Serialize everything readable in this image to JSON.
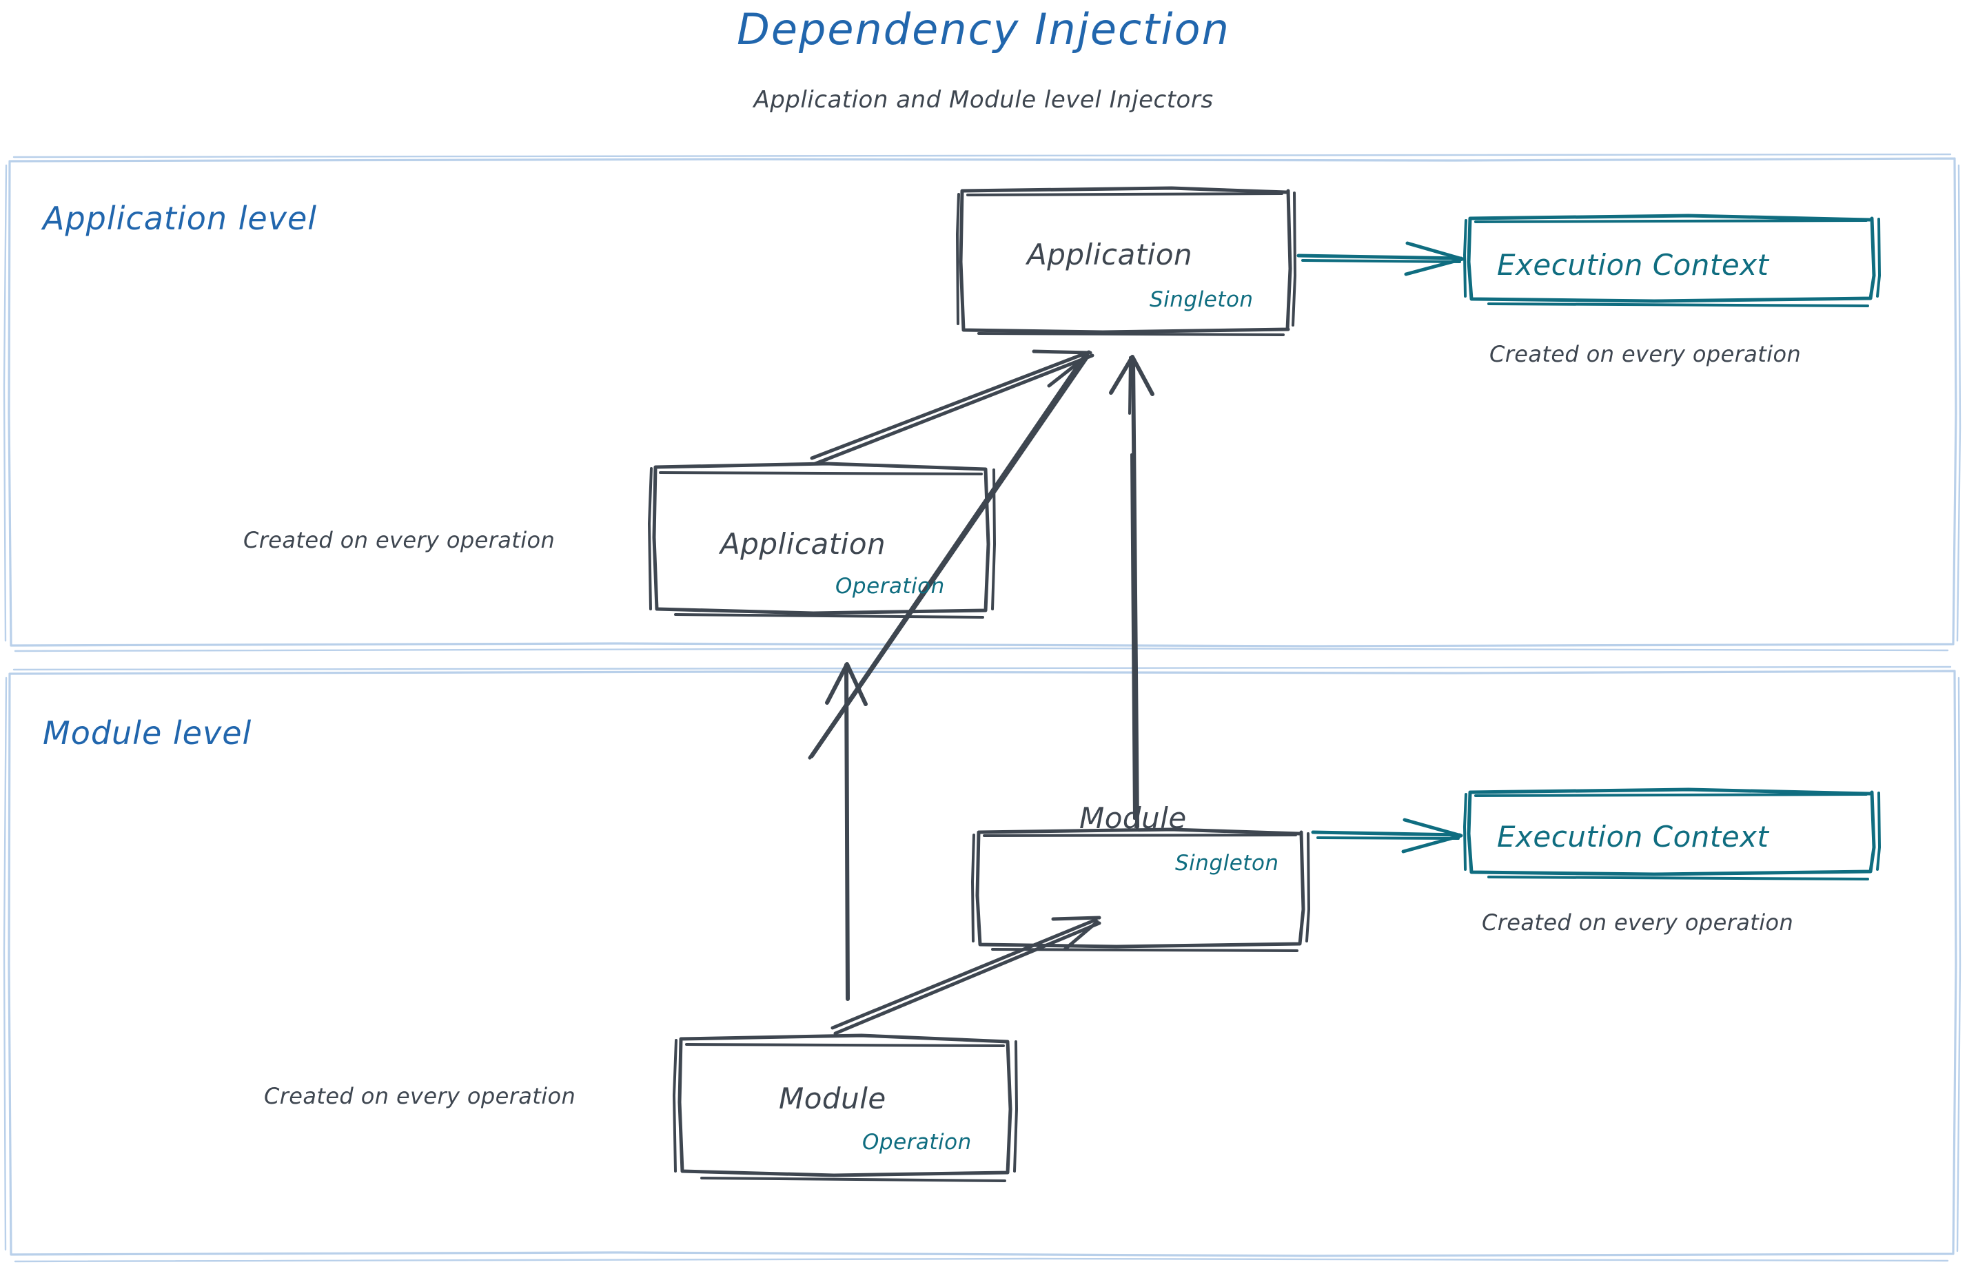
{
  "header": {
    "title": "Dependency Injection",
    "subtitle": "Application and Module level Injectors"
  },
  "colors": {
    "blue": "#2166ad",
    "light_blue_border": "#b9d0ea",
    "dark_gray": "#3e4650",
    "teal": "#0f6d80",
    "background": "#ffffff"
  },
  "sections": [
    {
      "id": "application-level",
      "label": "Application level",
      "boxes": [
        {
          "id": "application-singleton",
          "title": "Application",
          "scope": "Singleton",
          "style": "dark"
        },
        {
          "id": "application-operation",
          "title": "Application",
          "scope": "Operation",
          "style": "dark"
        },
        {
          "id": "execution-context-application",
          "title": "Execution Context",
          "style": "teal"
        }
      ],
      "annotations": [
        {
          "id": "annot-execution-context-application",
          "text": "Created on every operation"
        },
        {
          "id": "annot-application-operation",
          "text": "Created on every operation"
        }
      ]
    },
    {
      "id": "module-level",
      "label": "Module level",
      "boxes": [
        {
          "id": "module-singleton",
          "title": "Module",
          "scope": "Singleton",
          "style": "dark"
        },
        {
          "id": "module-operation",
          "title": "Module",
          "scope": "Operation",
          "style": "dark"
        },
        {
          "id": "execution-context-module",
          "title": "Execution Context",
          "style": "teal"
        }
      ],
      "annotations": [
        {
          "id": "annot-execution-context-module",
          "text": "Created on every operation"
        },
        {
          "id": "annot-module-operation",
          "text": "Created on every operation"
        }
      ]
    }
  ],
  "connections": [
    {
      "id": "application-singleton-to-execution-context",
      "from": "application-singleton",
      "to": "execution-context-application",
      "style": "teal-arrow"
    },
    {
      "id": "application-operation-to-application-singleton",
      "from": "application-operation",
      "to": "application-singleton",
      "style": "dark-arrow"
    },
    {
      "id": "module-singleton-to-application-singleton",
      "from": "module-singleton",
      "to": "application-singleton",
      "style": "dark-arrow"
    },
    {
      "id": "module-singleton-to-execution-context",
      "from": "module-singleton",
      "to": "execution-context-module",
      "style": "teal-arrow"
    },
    {
      "id": "module-operation-to-module-singleton",
      "from": "module-operation",
      "to": "module-singleton",
      "style": "dark-arrow"
    },
    {
      "id": "module-level-to-application-level",
      "from": "module-level",
      "to": "application-operation",
      "style": "dark-arrow"
    }
  ]
}
